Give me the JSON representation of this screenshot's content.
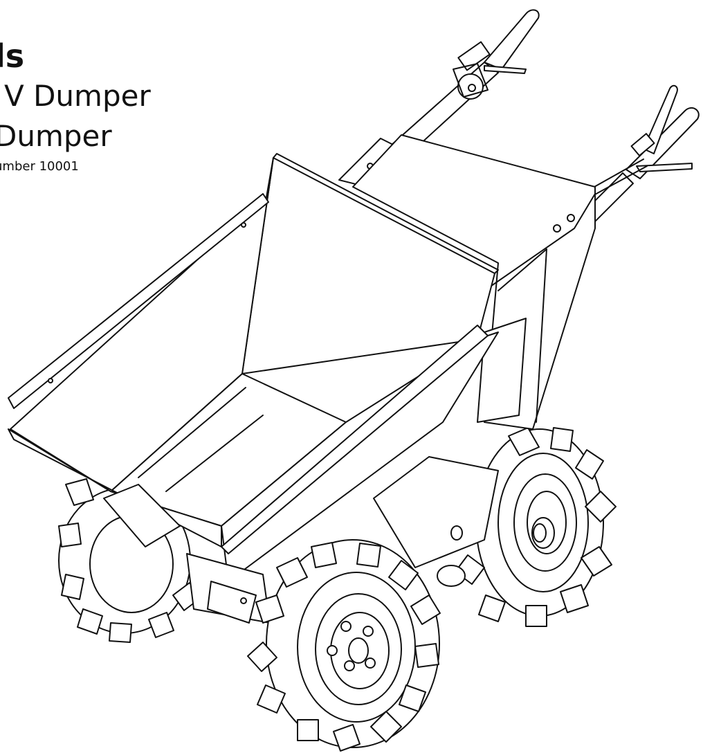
{
  "heading": {
    "line1": "ls",
    "line2": "V Dumper",
    "line3": "Dumper",
    "line4": "umber 10001"
  },
  "illustration": {
    "subject": "tracked-wheel motorised dumper line drawing",
    "stroke_color": "#111111",
    "fill_color": "#ffffff"
  }
}
